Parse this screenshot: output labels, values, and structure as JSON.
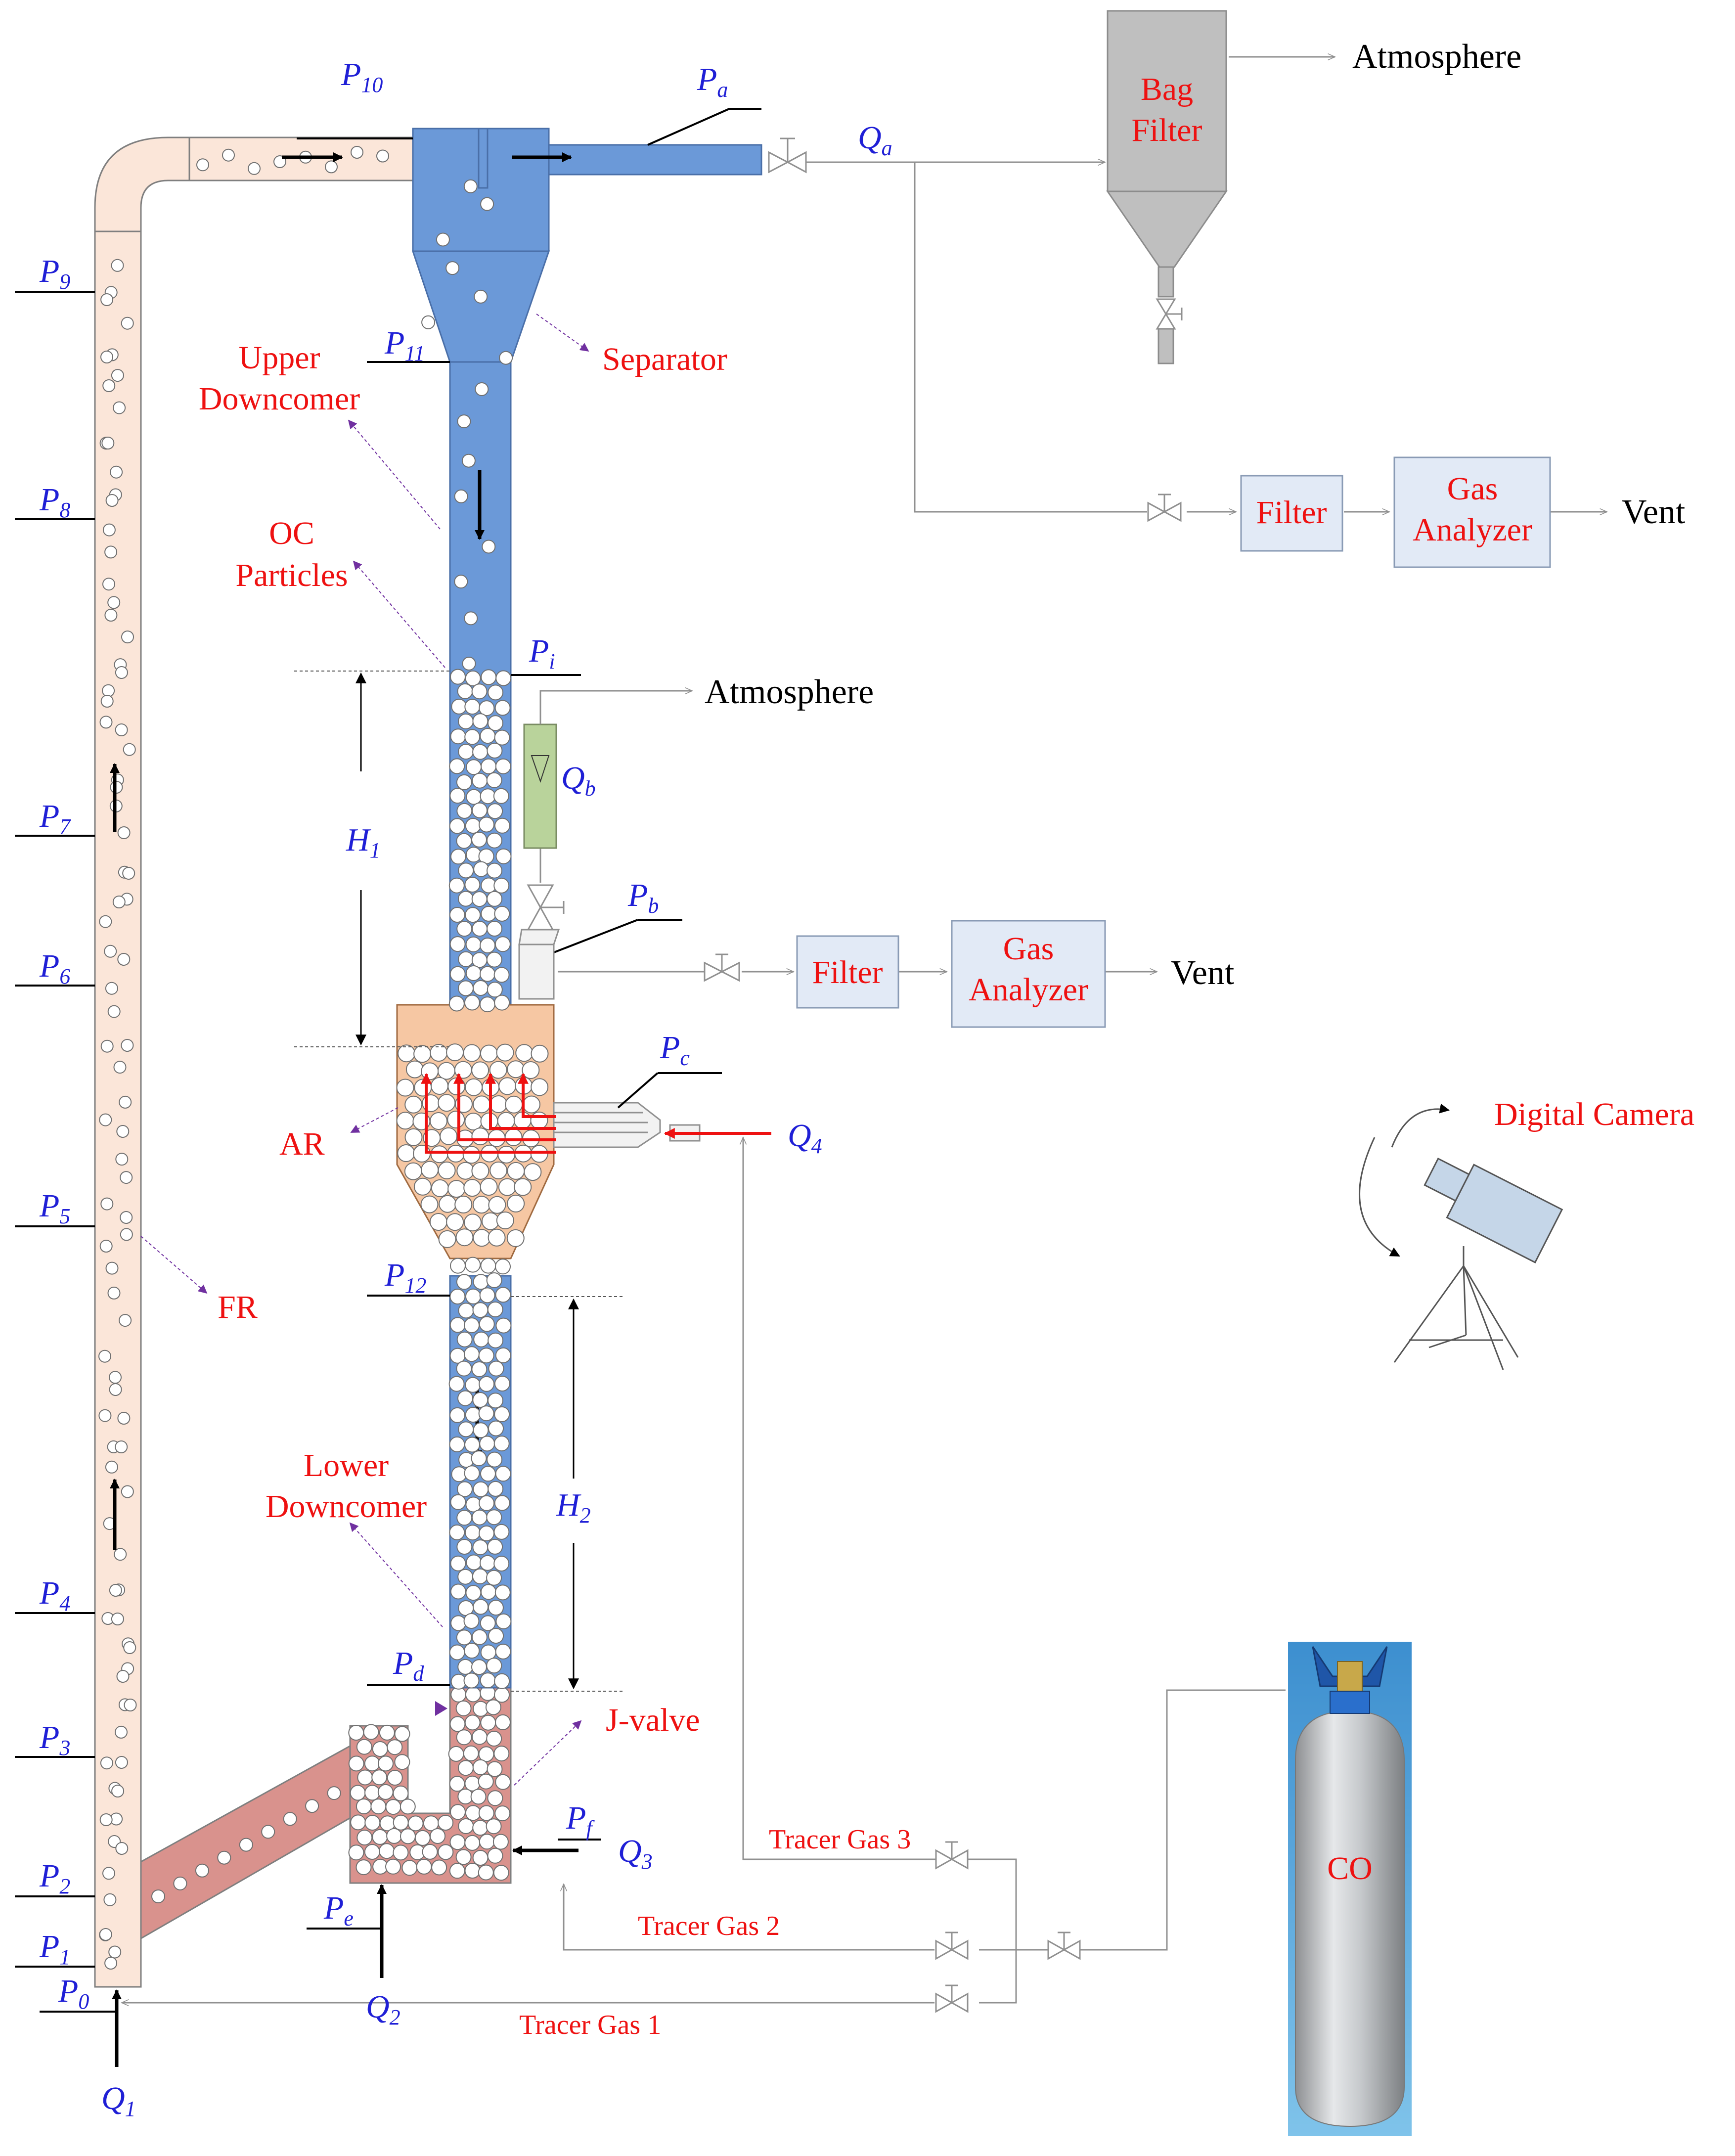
{
  "colors": {
    "riser_fill": "#fbe6d9",
    "downcomer_fill": "#6b99d8",
    "ar_fill": "#f6c7a3",
    "jvalve_fill": "#d9928d",
    "gas_line": "#909090",
    "filter_box": "#e2eaf6",
    "bag_filter": "#bfbfbf",
    "rotameter": "#b9d39b",
    "label_red": "#ee1111",
    "label_blue": "#1f1fd6",
    "leader": "#7030a0"
  },
  "pressure_labels": {
    "p0": {
      "main": "P",
      "sub": "0"
    },
    "p1": {
      "main": "P",
      "sub": "1"
    },
    "p2": {
      "main": "P",
      "sub": "2"
    },
    "p3": {
      "main": "P",
      "sub": "3"
    },
    "p4": {
      "main": "P",
      "sub": "4"
    },
    "p5": {
      "main": "P",
      "sub": "5"
    },
    "p6": {
      "main": "P",
      "sub": "6"
    },
    "p7": {
      "main": "P",
      "sub": "7"
    },
    "p8": {
      "main": "P",
      "sub": "8"
    },
    "p9": {
      "main": "P",
      "sub": "9"
    },
    "p10": {
      "main": "P",
      "sub": "10"
    },
    "p11": {
      "main": "P",
      "sub": "11"
    },
    "p12": {
      "main": "P",
      "sub": "12"
    },
    "pa": {
      "main": "P",
      "sub": "a"
    },
    "pb": {
      "main": "P",
      "sub": "b"
    },
    "pc": {
      "main": "P",
      "sub": "c"
    },
    "pd": {
      "main": "P",
      "sub": "d"
    },
    "pe": {
      "main": "P",
      "sub": "e"
    },
    "pf": {
      "main": "P",
      "sub": "f"
    },
    "pi": {
      "main": "P",
      "sub": "i"
    }
  },
  "flow_labels": {
    "q1": {
      "main": "Q",
      "sub": "1"
    },
    "q2": {
      "main": "Q",
      "sub": "2"
    },
    "q3": {
      "main": "Q",
      "sub": "3"
    },
    "q4": {
      "main": "Q",
      "sub": "4"
    },
    "qa": {
      "main": "Q",
      "sub": "a"
    },
    "qb": {
      "main": "Q",
      "sub": "b"
    }
  },
  "height_labels": {
    "h1": {
      "main": "H",
      "sub": "1"
    },
    "h2": {
      "main": "H",
      "sub": "2"
    }
  },
  "component_labels": {
    "separator": "Separator",
    "upper_downcomer_1": "Upper",
    "upper_downcomer_2": "Downcomer",
    "oc_particles_1": "OC",
    "oc_particles_2": "Particles",
    "ar": "AR",
    "fr": "FR",
    "lower_downcomer_1": "Lower",
    "lower_downcomer_2": "Downcomer",
    "j_valve": "J-valve",
    "digital_camera": "Digital Camera",
    "co": "CO",
    "tracer_gas_1": "Tracer Gas 1",
    "tracer_gas_2": "Tracer Gas 2",
    "tracer_gas_3": "Tracer Gas 3"
  },
  "equipment_labels": {
    "bag_filter_1": "Bag",
    "bag_filter_2": "Filter",
    "atmosphere_top": "Atmosphere",
    "atmosphere_mid": "Atmosphere",
    "filter_top": "Filter",
    "gas_analyzer_top_1": "Gas",
    "gas_analyzer_top_2": "Analyzer",
    "vent_top": "Vent",
    "filter_mid": "Filter",
    "gas_analyzer_mid_1": "Gas",
    "gas_analyzer_mid_2": "Analyzer",
    "vent_mid": "Vent"
  }
}
